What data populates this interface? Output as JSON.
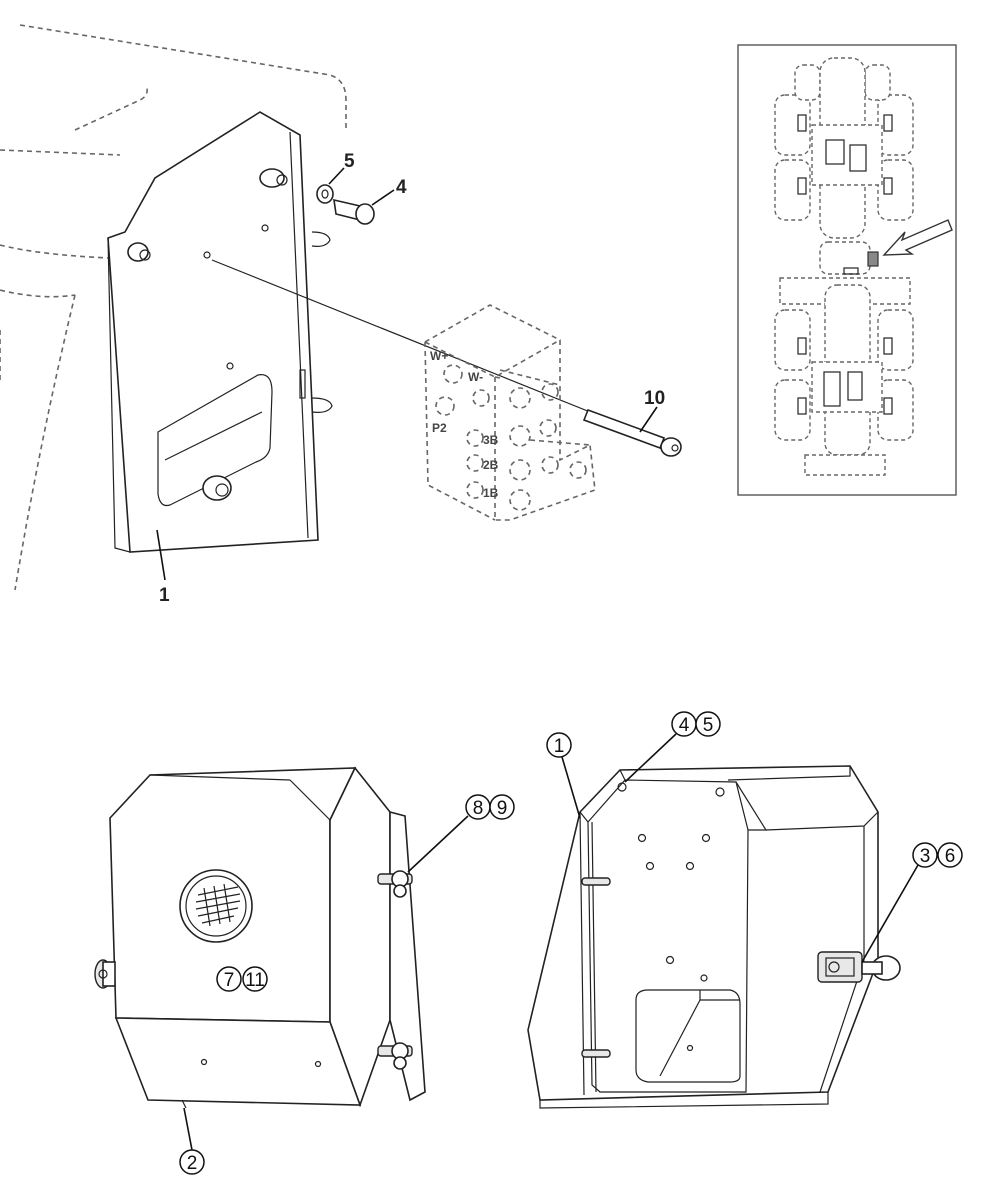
{
  "callouts": {
    "c1": "1",
    "c5": "5",
    "c4": "4",
    "c10": "10"
  },
  "ports": {
    "w_plus": "W+",
    "w_minus": "W-",
    "p2": "P2",
    "b3": "3B",
    "b2": "2B",
    "b1": "1B"
  },
  "circled": {
    "front_89": [
      "8",
      "9"
    ],
    "front_711": [
      "7",
      "11"
    ],
    "front_2": [
      "2"
    ],
    "rear_1": [
      "1"
    ],
    "rear_45": [
      "4",
      "5"
    ],
    "rear_36": [
      "3",
      "6"
    ]
  }
}
